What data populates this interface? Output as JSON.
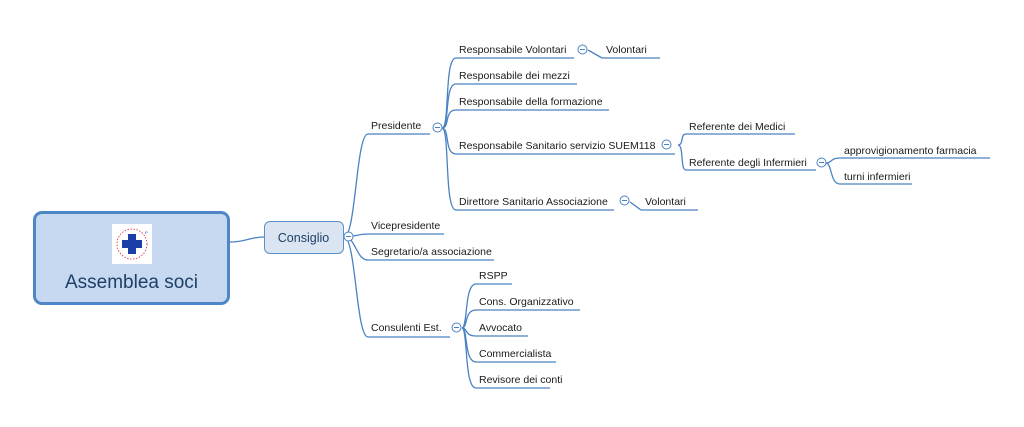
{
  "central": {
    "label": "Assemblea soci",
    "logo": {
      "arc_text": "Pedemontana Emergenza",
      "cross_color": "#1b3fa6",
      "ring_color": "#d42a2a"
    }
  },
  "consiglio": {
    "label": "Consiglio"
  },
  "presidente": {
    "label": "Presidente",
    "resp_volontari": {
      "label": "Responsabile Volontari",
      "child": "Volontari"
    },
    "resp_mezzi": {
      "label": "Responsabile dei mezzi"
    },
    "resp_formazione": {
      "label": "Responsabile della formazione"
    },
    "resp_sanitario": {
      "label": "Responsabile Sanitario servizio SUEM118",
      "ref_medici": {
        "label": "Referente dei Medici"
      },
      "ref_infermieri": {
        "label": "Referente degli Infermieri",
        "children": [
          "approvigionamento farmacia",
          "turni infermieri"
        ]
      }
    },
    "direttore": {
      "label": "Direttore Sanitario Associazione",
      "child": "Volontari"
    }
  },
  "vicepresidente": {
    "label": "Vicepresidente"
  },
  "segretario": {
    "label": "Segretario/a associazione"
  },
  "consulenti": {
    "label": "Consulenti Est.",
    "children": [
      "RSPP",
      "Cons. Organizzativo",
      "Avvocato",
      "Commercialista",
      "Revisore dei conti"
    ]
  },
  "colors": {
    "line": "#4a82c3",
    "collapse_icon": "#4a82c3"
  }
}
